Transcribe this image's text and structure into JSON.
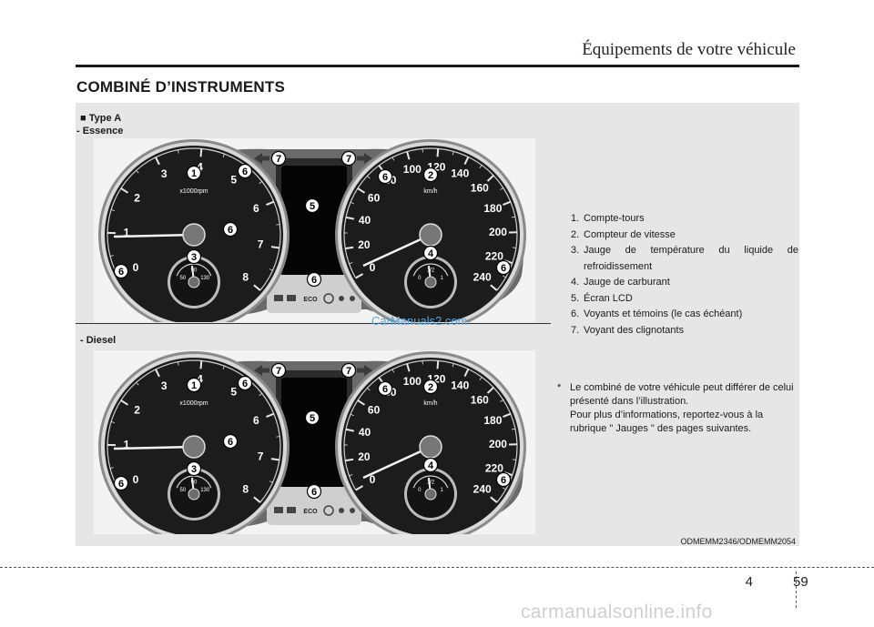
{
  "header": {
    "section": "Équipements de votre véhicule"
  },
  "title": "COMBINÉ D’INSTRUMENTS",
  "panel": {
    "type_label": "■ Type A",
    "petrol_label": "- Essence",
    "diesel_label": "- Diesel",
    "watermark": "CarManuals2.com",
    "image_code": "ODMEMM2346/ODMEMM2054"
  },
  "legend": [
    {
      "num": "1.",
      "text": "Compte-tours"
    },
    {
      "num": "2.",
      "text": "Compteur de vitesse"
    },
    {
      "num": "3.",
      "text": "Jauge de température du liquide de refroidissement"
    },
    {
      "num": "4.",
      "text": "Jauge de carburant"
    },
    {
      "num": "5.",
      "text": "Écran LCD"
    },
    {
      "num": "6.",
      "text": "Voyants et témoins (le cas échéant)"
    },
    {
      "num": "7.",
      "text": "Voyant des clignotants"
    }
  ],
  "note": {
    "star": "*",
    "line1": "Le combiné de votre véhicule peut différer de celui présenté dans l’illustration.",
    "line2": "Pour plus d’informations, reportez-vous à la rubrique \" Jauges \" des pages suivantes."
  },
  "cluster": {
    "tacho_unit": "x1000rpm",
    "speed_unit": "km/h",
    "tacho_ticks": [
      "0",
      "1",
      "2",
      "3",
      "4",
      "5",
      "6",
      "7",
      "8"
    ],
    "speed_ticks": [
      "0",
      "20",
      "40",
      "60",
      "80",
      "100",
      "120",
      "140",
      "160",
      "180",
      "200",
      "220",
      "240"
    ],
    "temp_ticks": [
      "50",
      "90",
      "130"
    ],
    "fuel_ticks": [
      "0",
      "1/2",
      "1"
    ],
    "lcd_label": "ECO",
    "callouts": [
      "1",
      "2",
      "3",
      "4",
      "5",
      "6",
      "7"
    ]
  },
  "footer": {
    "chapter": "4",
    "page": "59",
    "site": "carmanualsonline.info"
  }
}
